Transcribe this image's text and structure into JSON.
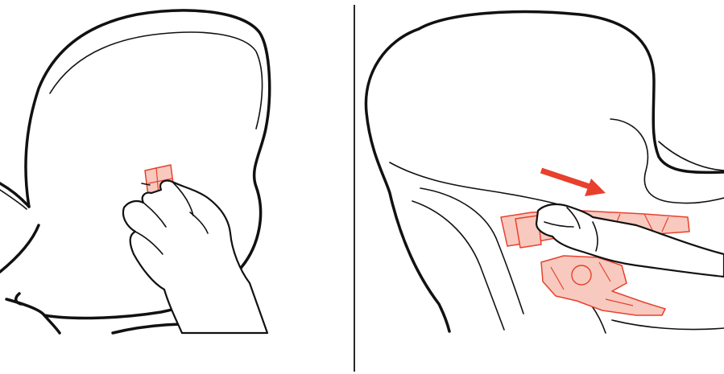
{
  "figure": {
    "panels": [
      {
        "id": "left",
        "subject": "seat-back-with-harness-clip"
      },
      {
        "id": "right",
        "subject": "seat-shell-with-harness-strap-and-arrow"
      }
    ]
  },
  "colors": {
    "line": "#111111",
    "highlight_fill": "#f8c9bf",
    "highlight_stroke": "#e8402c",
    "arrow": "#e8402c",
    "background": "#ffffff"
  },
  "icons": {
    "arrow": "arrow-right-down-icon",
    "hand": "hand-icon"
  }
}
